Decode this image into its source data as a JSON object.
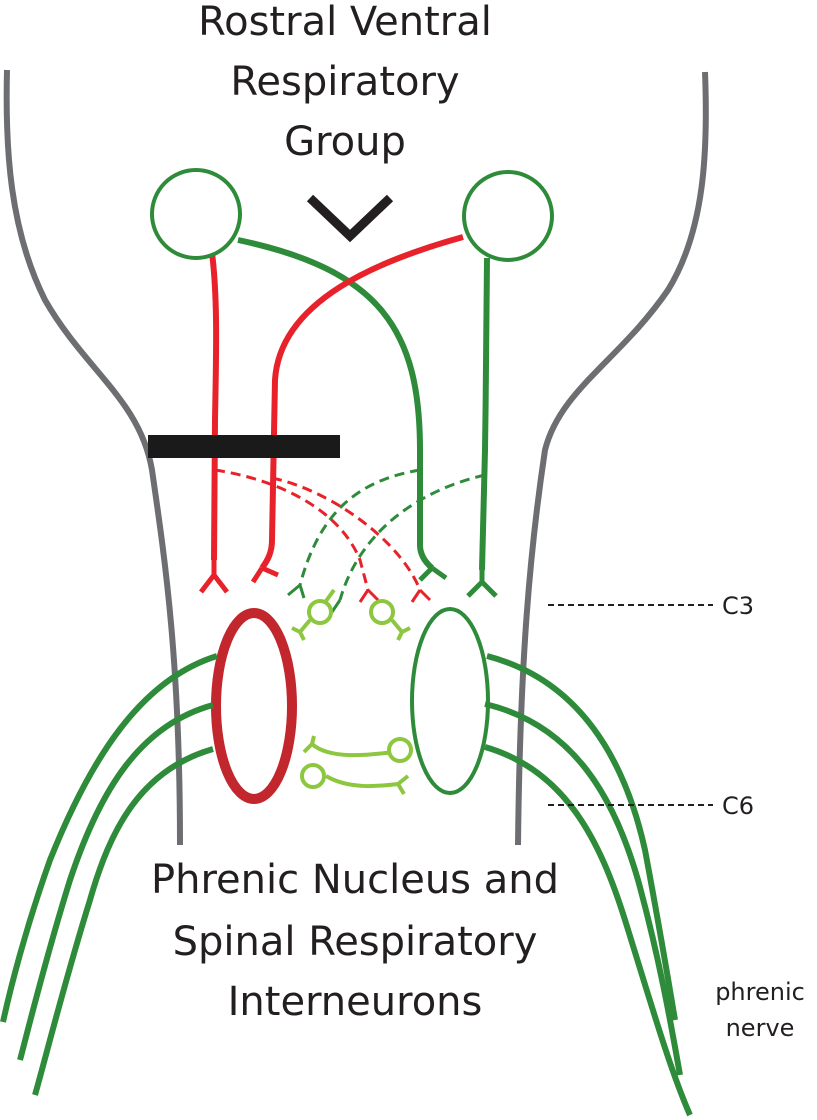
{
  "title": {
    "line1": "Rostral Ventral",
    "line2": "Respiratory",
    "line3": "Group"
  },
  "subtitle": {
    "line1": "Phrenic Nucleus  and",
    "line2": "Spinal Respiratory",
    "line3": "Interneurons"
  },
  "levels": {
    "upper": "C3",
    "lower": "C6"
  },
  "nerve": {
    "line1": "phrenic",
    "line2": "nerve"
  },
  "colors": {
    "cord_outline": "#6d6e71",
    "green_pathway": "#2e8b3a",
    "red_pathway": "#e8222a",
    "affected_nucleus": "#c1272d",
    "interneuron": "#8dc63f",
    "lesion": "#1a1a1a",
    "text": "#231f20"
  }
}
